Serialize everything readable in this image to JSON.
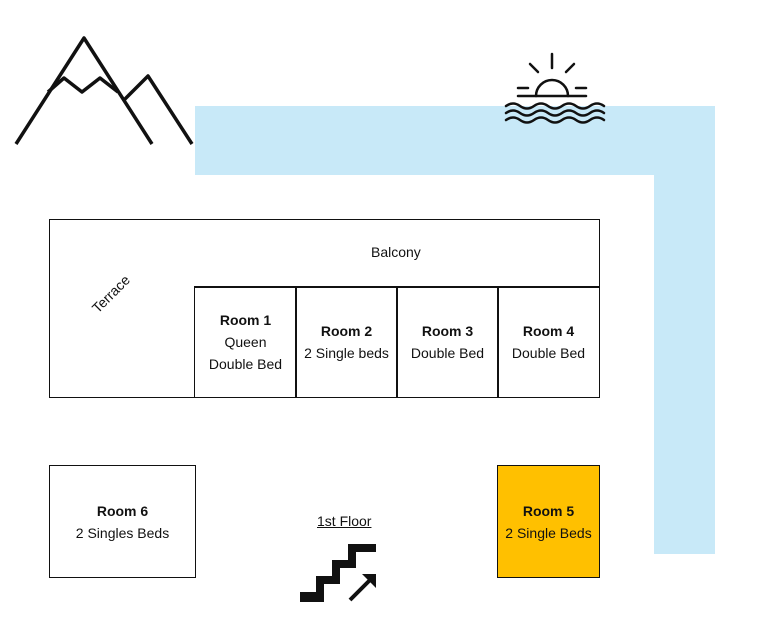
{
  "labels": {
    "balcony": "Balcony",
    "terrace": "Terrace",
    "floor": "1st Floor"
  },
  "rooms": [
    {
      "name": "Room 1",
      "line1": "Queen",
      "line2": "Double Bed"
    },
    {
      "name": "Room 2",
      "line1": "2 Single beds"
    },
    {
      "name": "Room 3",
      "line1": "Double Bed"
    },
    {
      "name": "Room 4",
      "line1": "Double Bed"
    },
    {
      "name": "Room 5",
      "line1": "2 Single Beds"
    },
    {
      "name": "Room 6",
      "line1": "2 Singles Beds"
    }
  ],
  "colors": {
    "water": "#c8e9f8",
    "highlight_room": "#ffc000",
    "line": "#111111"
  },
  "icons": [
    "mountain-icon",
    "sunset-over-water-icon",
    "stairs-up-icon"
  ]
}
